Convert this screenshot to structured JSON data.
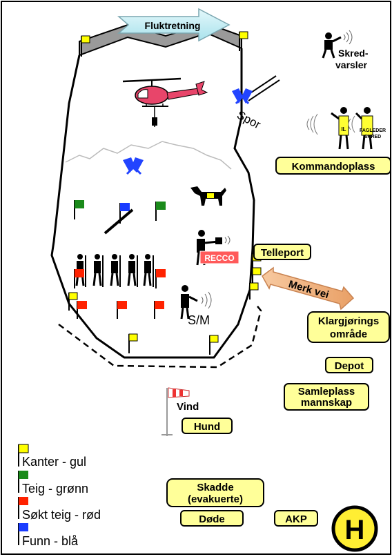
{
  "flight_direction": "Fluktretning",
  "track_label": "Spor",
  "avalanche_warner": [
    "Skred-",
    "varsler"
  ],
  "command_post": {
    "label": "Kommandoplass",
    "il_badge": "IL",
    "expert_badge": [
      "FAGLEDER",
      "SKRED"
    ]
  },
  "recco_label": "RECCO",
  "sm_label": "S/M",
  "teleport_label": "Telleport",
  "mark_road_label": "Merk vei",
  "staging_area": [
    "Klargjørings",
    "område"
  ],
  "depot_label": "Depot",
  "crew_assembly": [
    "Samleplass",
    "mannskap"
  ],
  "wind_label": "Vind",
  "dog_label": "Hund",
  "injured": [
    "Skadde",
    "(evakuerte)"
  ],
  "dead_label": "Døde",
  "akp_label": "AKP",
  "helipad_label": "H",
  "legend": [
    {
      "label": "Kanter - gul",
      "color": "#ffff00"
    },
    {
      "label": "Teig - grønn",
      "color": "#1a8a1a"
    },
    {
      "label": "Søkt teig - rød",
      "color": "#ff2200"
    },
    {
      "label": "Funn - blå",
      "color": "#1a3cff"
    }
  ],
  "colors": {
    "box_fill": "#ffff99",
    "yellow_flag": "#ffff00",
    "green_flag": "#1a8a1a",
    "red_flag": "#ff2200",
    "blue_flag": "#1a3cff",
    "cross_blue": "#2244ff",
    "arrow_fill": "#c9eef5",
    "road_arrow": "#f2b27a",
    "helicopter": "#e8456a",
    "recco_bg": "#ff5a5a"
  }
}
